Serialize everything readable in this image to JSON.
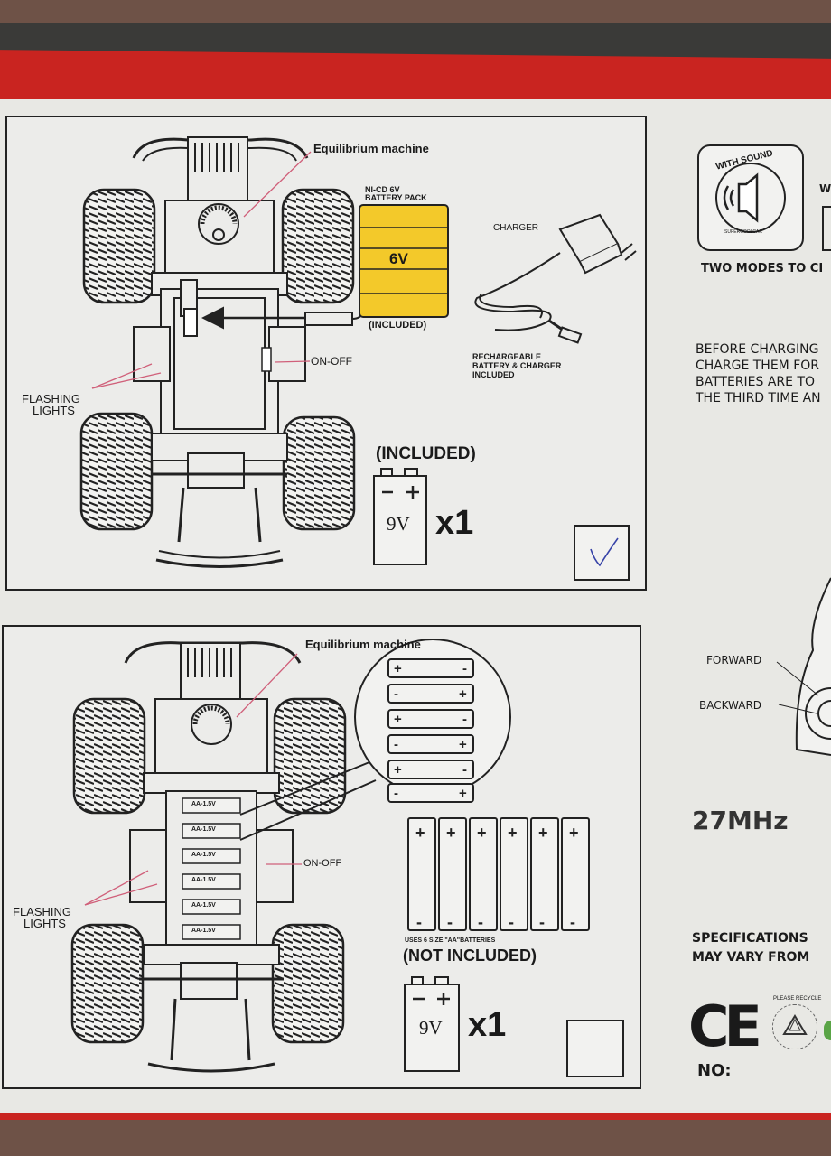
{
  "colors": {
    "box_red": "#c92420",
    "battery_yellow": "#f3c92a",
    "panel_bg": "#ececea",
    "ink": "#1a1a1a",
    "pen_check": "#3844a8"
  },
  "top_panel": {
    "equilibrium": "Equilibrium machine",
    "battery_pack": "NI-CD 6V\nBATTERY PACK",
    "battery_pack_line1": "NI-CD 6V",
    "battery_pack_line2": "BATTERY PACK",
    "battery_voltage": "6V",
    "included_small": "(INCLUDED)",
    "charger": "CHARGER",
    "rechargeable_line1": "RECHARGEABLE",
    "rechargeable_line2": "BATTERY & CHARGER",
    "rechargeable_line3": "INCLUDED",
    "on_off": "ON-OFF",
    "flashing_line1": "FLASHING",
    "flashing_line2": "LIGHTS",
    "included_big": "(INCLUDED)",
    "battery_9v": "9V",
    "times_one": "x1",
    "checkbox_checked": true
  },
  "bottom_panel": {
    "equilibrium": "Equilibrium machine",
    "on_off": "ON-OFF",
    "flashing_line1": "FLASHING",
    "flashing_line2": "LIGHTS",
    "aa_label": "AA-1.5V",
    "uses_aa": "USES 6 SIZE \"AA\"BATTERIES",
    "not_included": "(NOT INCLUDED)",
    "battery_9v": "9V",
    "times_one": "x1",
    "checkbox_checked": false
  },
  "right_column": {
    "with_sound_badge": "WITH SOUND",
    "badge_ring_text": "SUPERCOOLCAR",
    "partial_w": "W",
    "two_modes": "TWO MODES TO CI",
    "before_charging": [
      "BEFORE CHARGING",
      "CHARGE THEM FOR",
      "BATTERIES ARE TO",
      "THE THIRD TIME AN"
    ],
    "forward": "FORWARD",
    "backward": "BACKWARD",
    "frequency": "27MHz",
    "specifications": [
      "SPECIFICATIONS",
      "MAY VARY FROM"
    ],
    "ce_mark": "CE",
    "please_recycle": "PLEASE RECYCLE",
    "no_label": "NO:"
  }
}
